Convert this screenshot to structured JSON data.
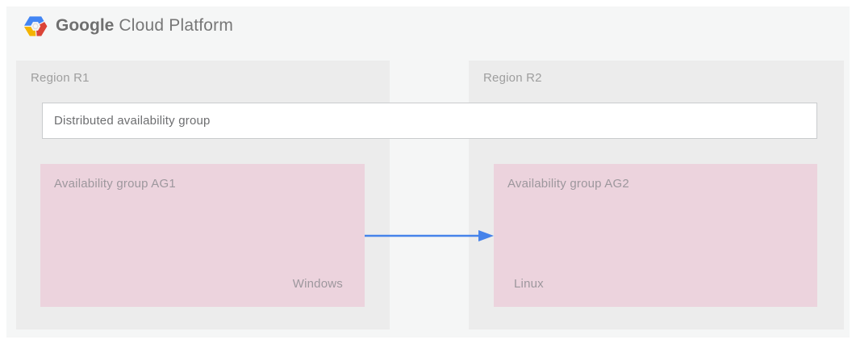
{
  "header": {
    "brand": {
      "primary": "Google",
      "secondary": " Cloud Platform"
    },
    "logo_name": "google-cloud-platform-logo"
  },
  "regions": {
    "r1": {
      "label": "Region R1"
    },
    "r2": {
      "label": "Region R2"
    }
  },
  "distributed_ag": {
    "label": "Distributed availability group"
  },
  "availability_groups": {
    "ag1": {
      "label": "Availability group AG1",
      "os": "Windows"
    },
    "ag2": {
      "label": "Availability group AG2",
      "os": "Linux"
    }
  },
  "arrow": {
    "name": "replication-arrow",
    "direction": "left-to-right",
    "color": "#4683ea"
  },
  "colors": {
    "page_margin": "#ffffff",
    "canvas_bg": "#f5f6f6",
    "region_bg": "#ececec",
    "ag_bg": "#ecd3dd",
    "dag_border": "#c9cbcd",
    "label_gray": "#9e9e9e",
    "logo_blue": "#4285f4",
    "logo_red": "#db4437",
    "logo_yellow": "#f4b400"
  }
}
